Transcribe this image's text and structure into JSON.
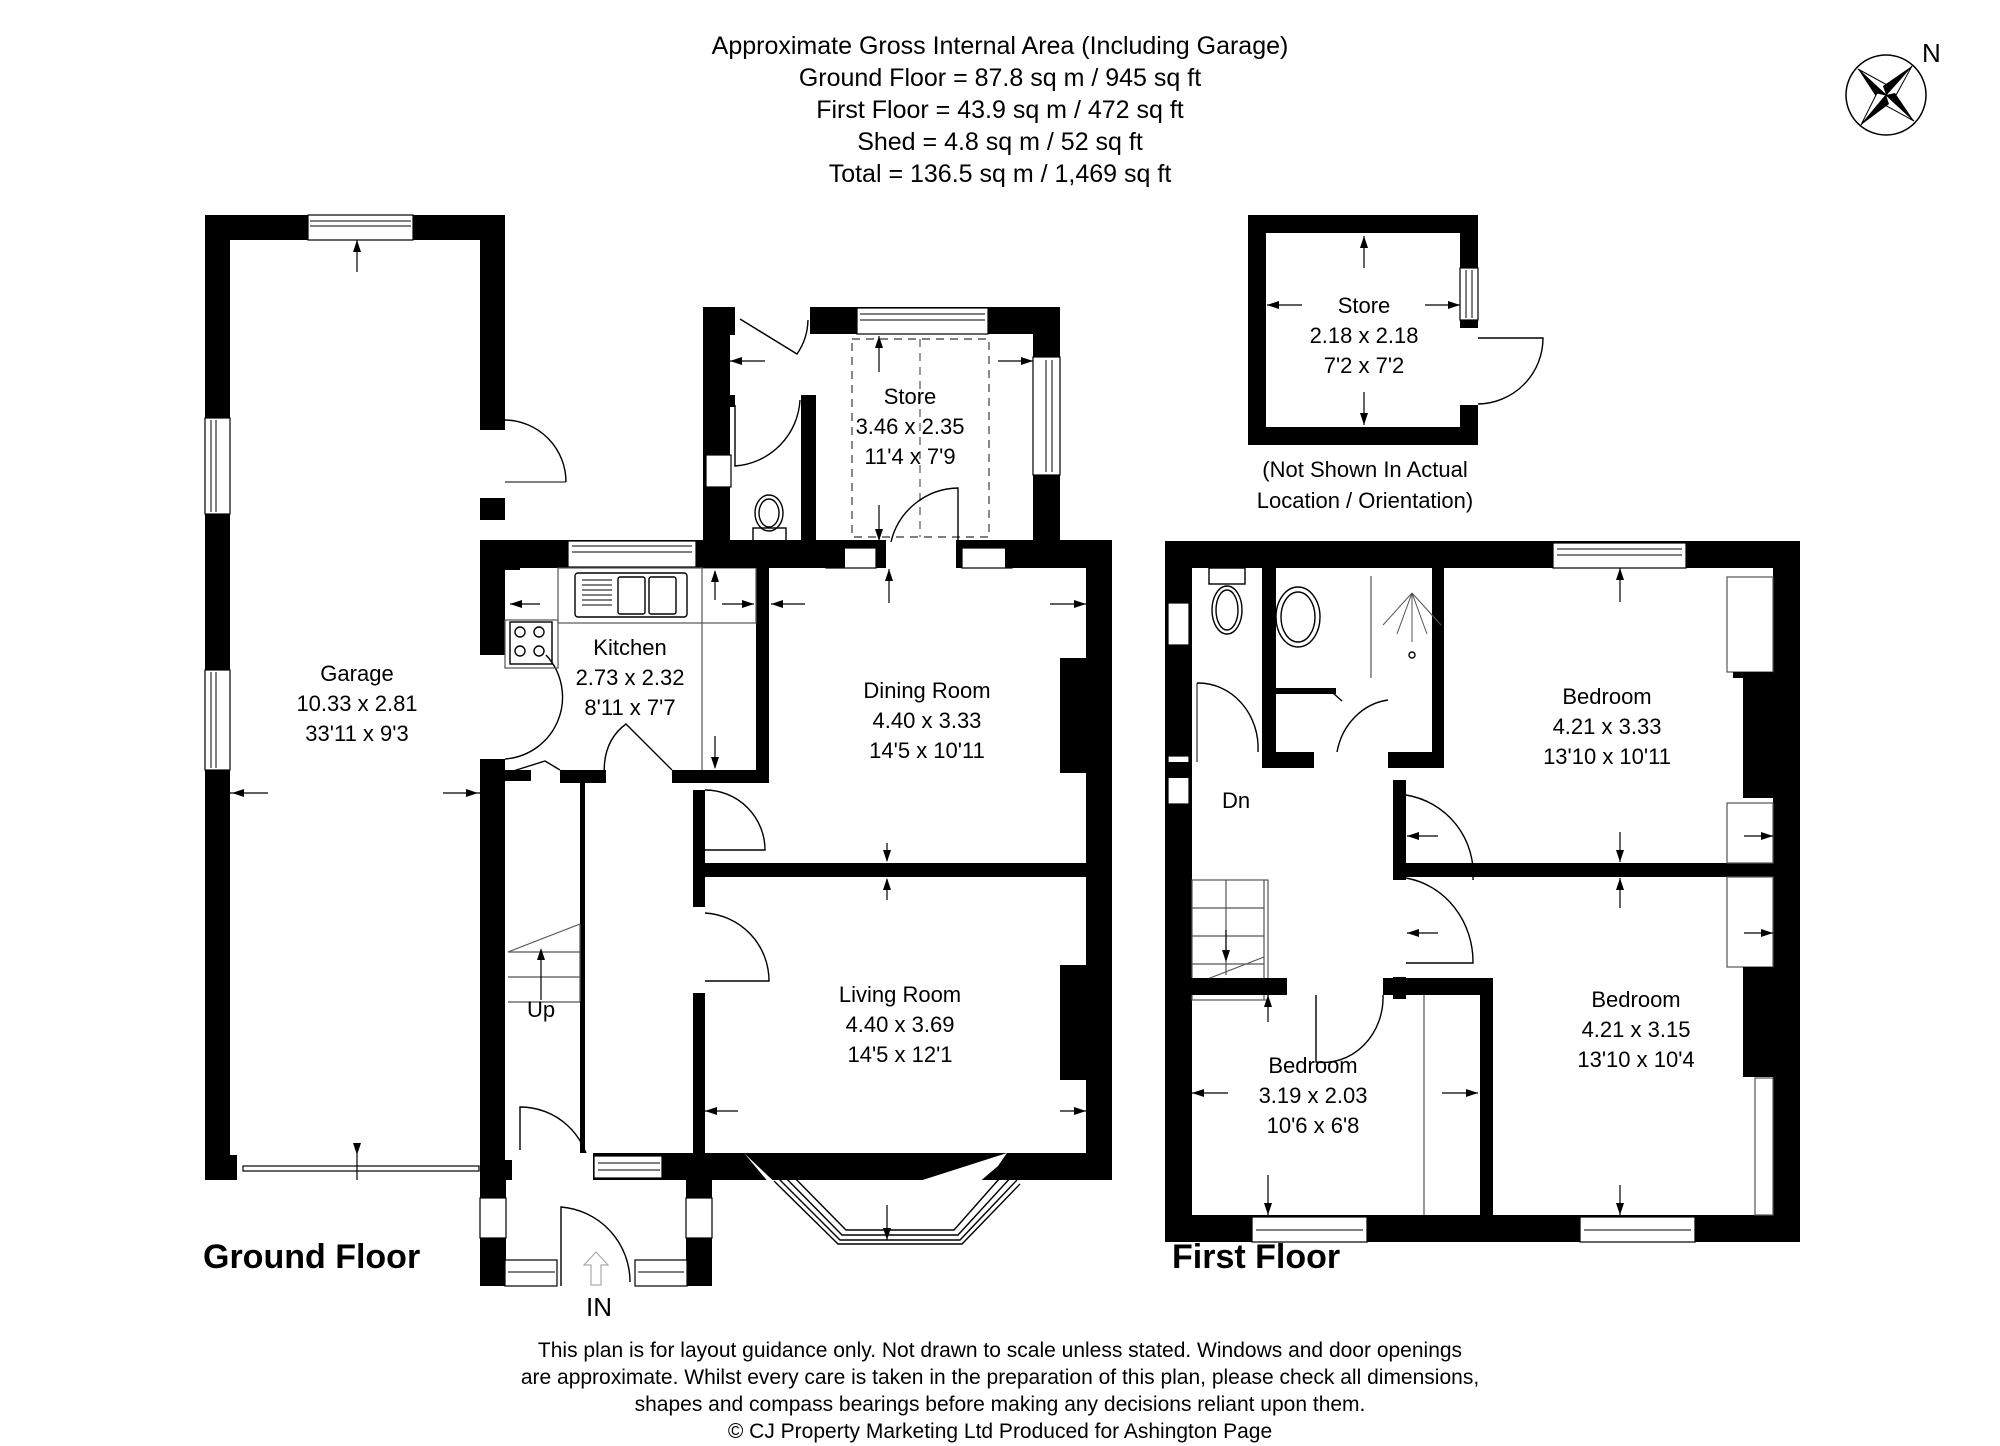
{
  "header": {
    "title": "Approximate Gross Internal Area (Including Garage)",
    "lines": [
      "Ground Floor = 87.8 sq m / 945 sq ft",
      "First Floor = 43.9 sq m / 472 sq ft",
      "Shed = 4.8 sq m / 52 sq ft",
      "Total = 136.5 sq m / 1,469 sq ft"
    ]
  },
  "compass": {
    "label": "N",
    "icon": "compass-rose-icon"
  },
  "ground_floor": {
    "label": "Ground Floor",
    "rooms": {
      "garage": {
        "name": "Garage",
        "metric": "10.33 x 2.81",
        "imperial": "33'11 x 9'3"
      },
      "kitchen": {
        "name": "Kitchen",
        "metric": "2.73 x 2.32",
        "imperial": "8'11 x 7'7"
      },
      "store": {
        "name": "Store",
        "metric": "3.46 x 2.35",
        "imperial": "11'4 x 7'9"
      },
      "dining": {
        "name": "Dining Room",
        "metric": "4.40 x 3.33",
        "imperial": "14'5 x 10'11"
      },
      "living": {
        "name": "Living Room",
        "metric": "4.40 x 3.69",
        "imperial": "14'5 x 12'1"
      }
    },
    "stairs_label": "Up",
    "entrance_label": "IN"
  },
  "first_floor": {
    "label": "First Floor",
    "rooms": {
      "bedroom1": {
        "name": "Bedroom",
        "metric": "4.21 x 3.33",
        "imperial": "13'10 x 10'11"
      },
      "bedroom2": {
        "name": "Bedroom",
        "metric": "4.21 x 3.15",
        "imperial": "13'10 x 10'4"
      },
      "bedroom3": {
        "name": "Bedroom",
        "metric": "3.19 x 2.03",
        "imperial": "10'6 x 6'8"
      }
    },
    "stairs_label": "Dn"
  },
  "shed": {
    "name": "Store",
    "metric": "2.18 x 2.18",
    "imperial": "7'2 x 7'2",
    "note_line1": "(Not Shown In Actual",
    "note_line2": "Location / Orientation)"
  },
  "disclaimer": {
    "lines": [
      "This plan is for layout guidance only. Not drawn to scale unless stated. Windows and door openings",
      "are approximate. Whilst every care is taken in the preparation of this plan, please check all dimensions,",
      "shapes and compass bearings before making any decisions reliant upon them.",
      "© CJ Property Marketing Ltd Produced for Ashington Page"
    ]
  },
  "colors": {
    "wall": "#000000",
    "background": "#ffffff",
    "fixture_line": "#555555"
  }
}
